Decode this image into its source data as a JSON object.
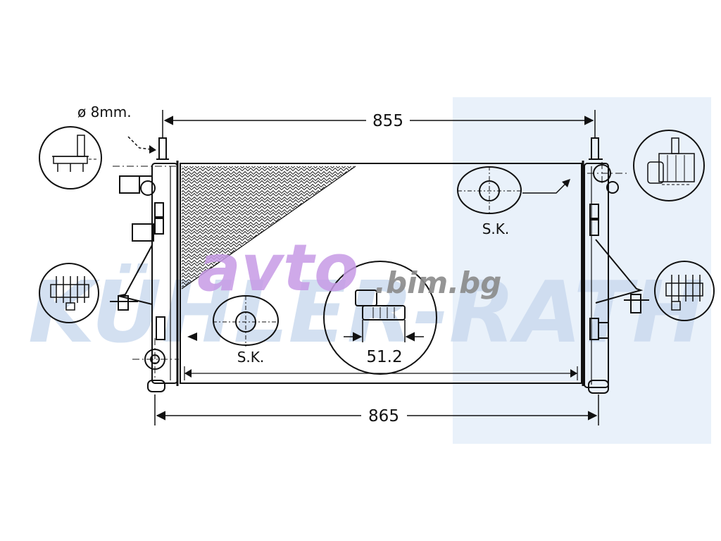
{
  "drawing": {
    "dimensions": {
      "top_width": "855",
      "bottom_width": "865",
      "neck_width": "51.2",
      "pin_diameter": "ø 8mm."
    },
    "callouts": {
      "sk_right": "S.K.",
      "sk_left": "S.K."
    }
  },
  "watermarks": {
    "brand": "KÜHLER-RATH",
    "site_main": "avto",
    "site_suffix": ".bim.bg"
  },
  "colors": {
    "line": "#111111",
    "watermark_brand": "#c9d9ee",
    "watermark_site": "#c79be6",
    "watermark_suffix": "#8a8a8a",
    "background_tint": "#e9f1fa"
  }
}
